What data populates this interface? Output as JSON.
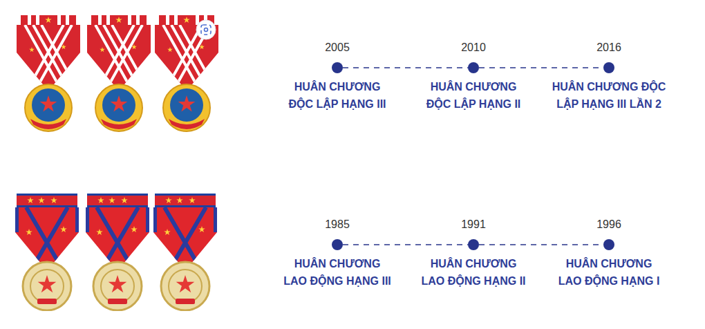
{
  "diagram": {
    "nodes": [
      {
        "text": [
          "2005",
          "HUÂN CHƯƠNG ĐỘC LẬP HẠNG III"
        ]
      },
      {
        "text": [
          "2010",
          "HUÂN CHƯƠNG ĐỘC LẬP HẠNG II"
        ]
      },
      {
        "text": [
          "2016",
          "HUÂN CHƯƠNG ĐỘC LẬP HẠNG III LẦN 2"
        ]
      },
      {
        "text": [
          "1985",
          "HUÂN CHƯƠNG LAO ĐỘNG HẠNG III"
        ]
      },
      {
        "text": [
          "1991",
          "HUÂN CHƯƠNG LAO ĐỘNG HẠNG II"
        ]
      },
      {
        "text": [
          "1996",
          "HUÂN CHƯƠNG LAO ĐỘNG HẠNG I"
        ]
      }
    ],
    "edges": [
      {
        "from": 0,
        "to": 1,
        "arrow": "none"
      },
      {
        "from": 1,
        "to": 2,
        "arrow": "none"
      },
      {
        "from": 3,
        "to": 4,
        "arrow": "none"
      },
      {
        "from": 4,
        "to": 5,
        "arrow": "none"
      }
    ]
  }
}
